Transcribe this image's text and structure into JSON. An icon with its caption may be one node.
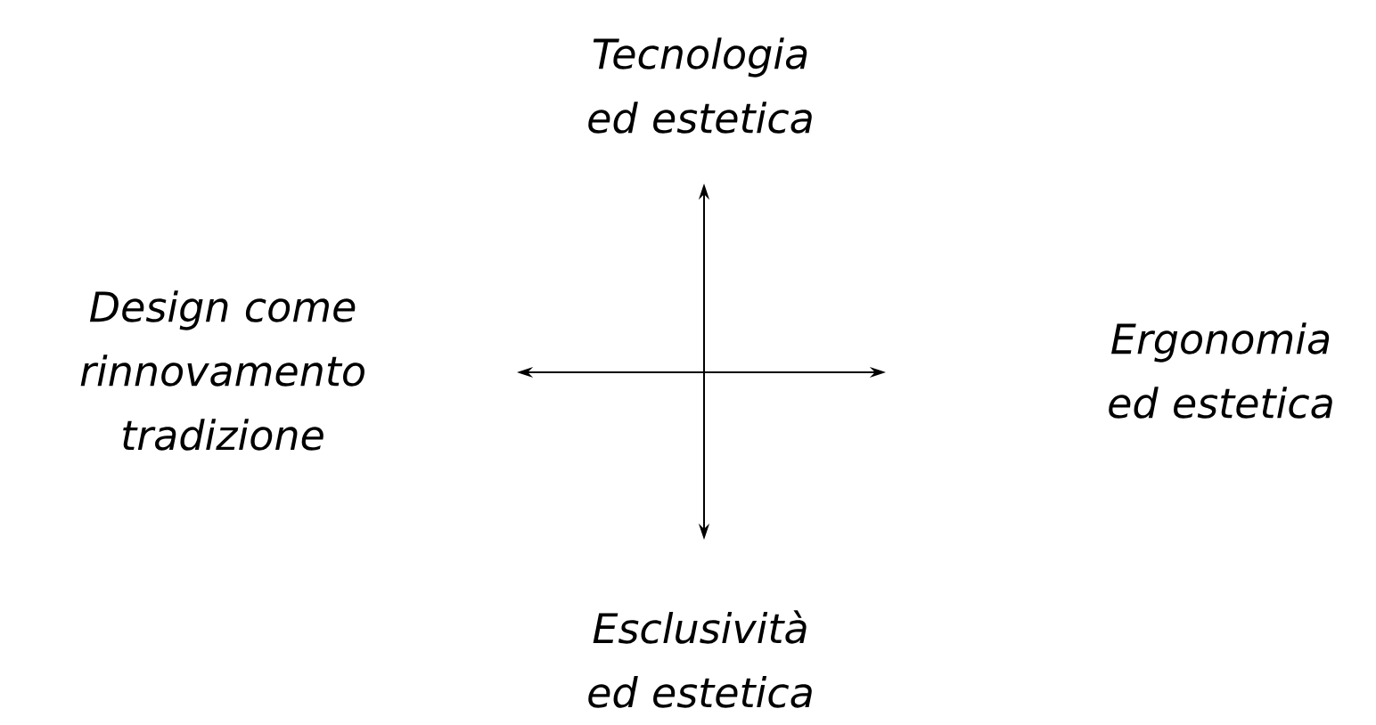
{
  "diagram": {
    "labels": [
      "Tecnologia ed estetica",
      "Design come rinnovamento tradizione",
      "Ergonomia ed estetica",
      "Esclusività ed estetica"
    ]
  }
}
